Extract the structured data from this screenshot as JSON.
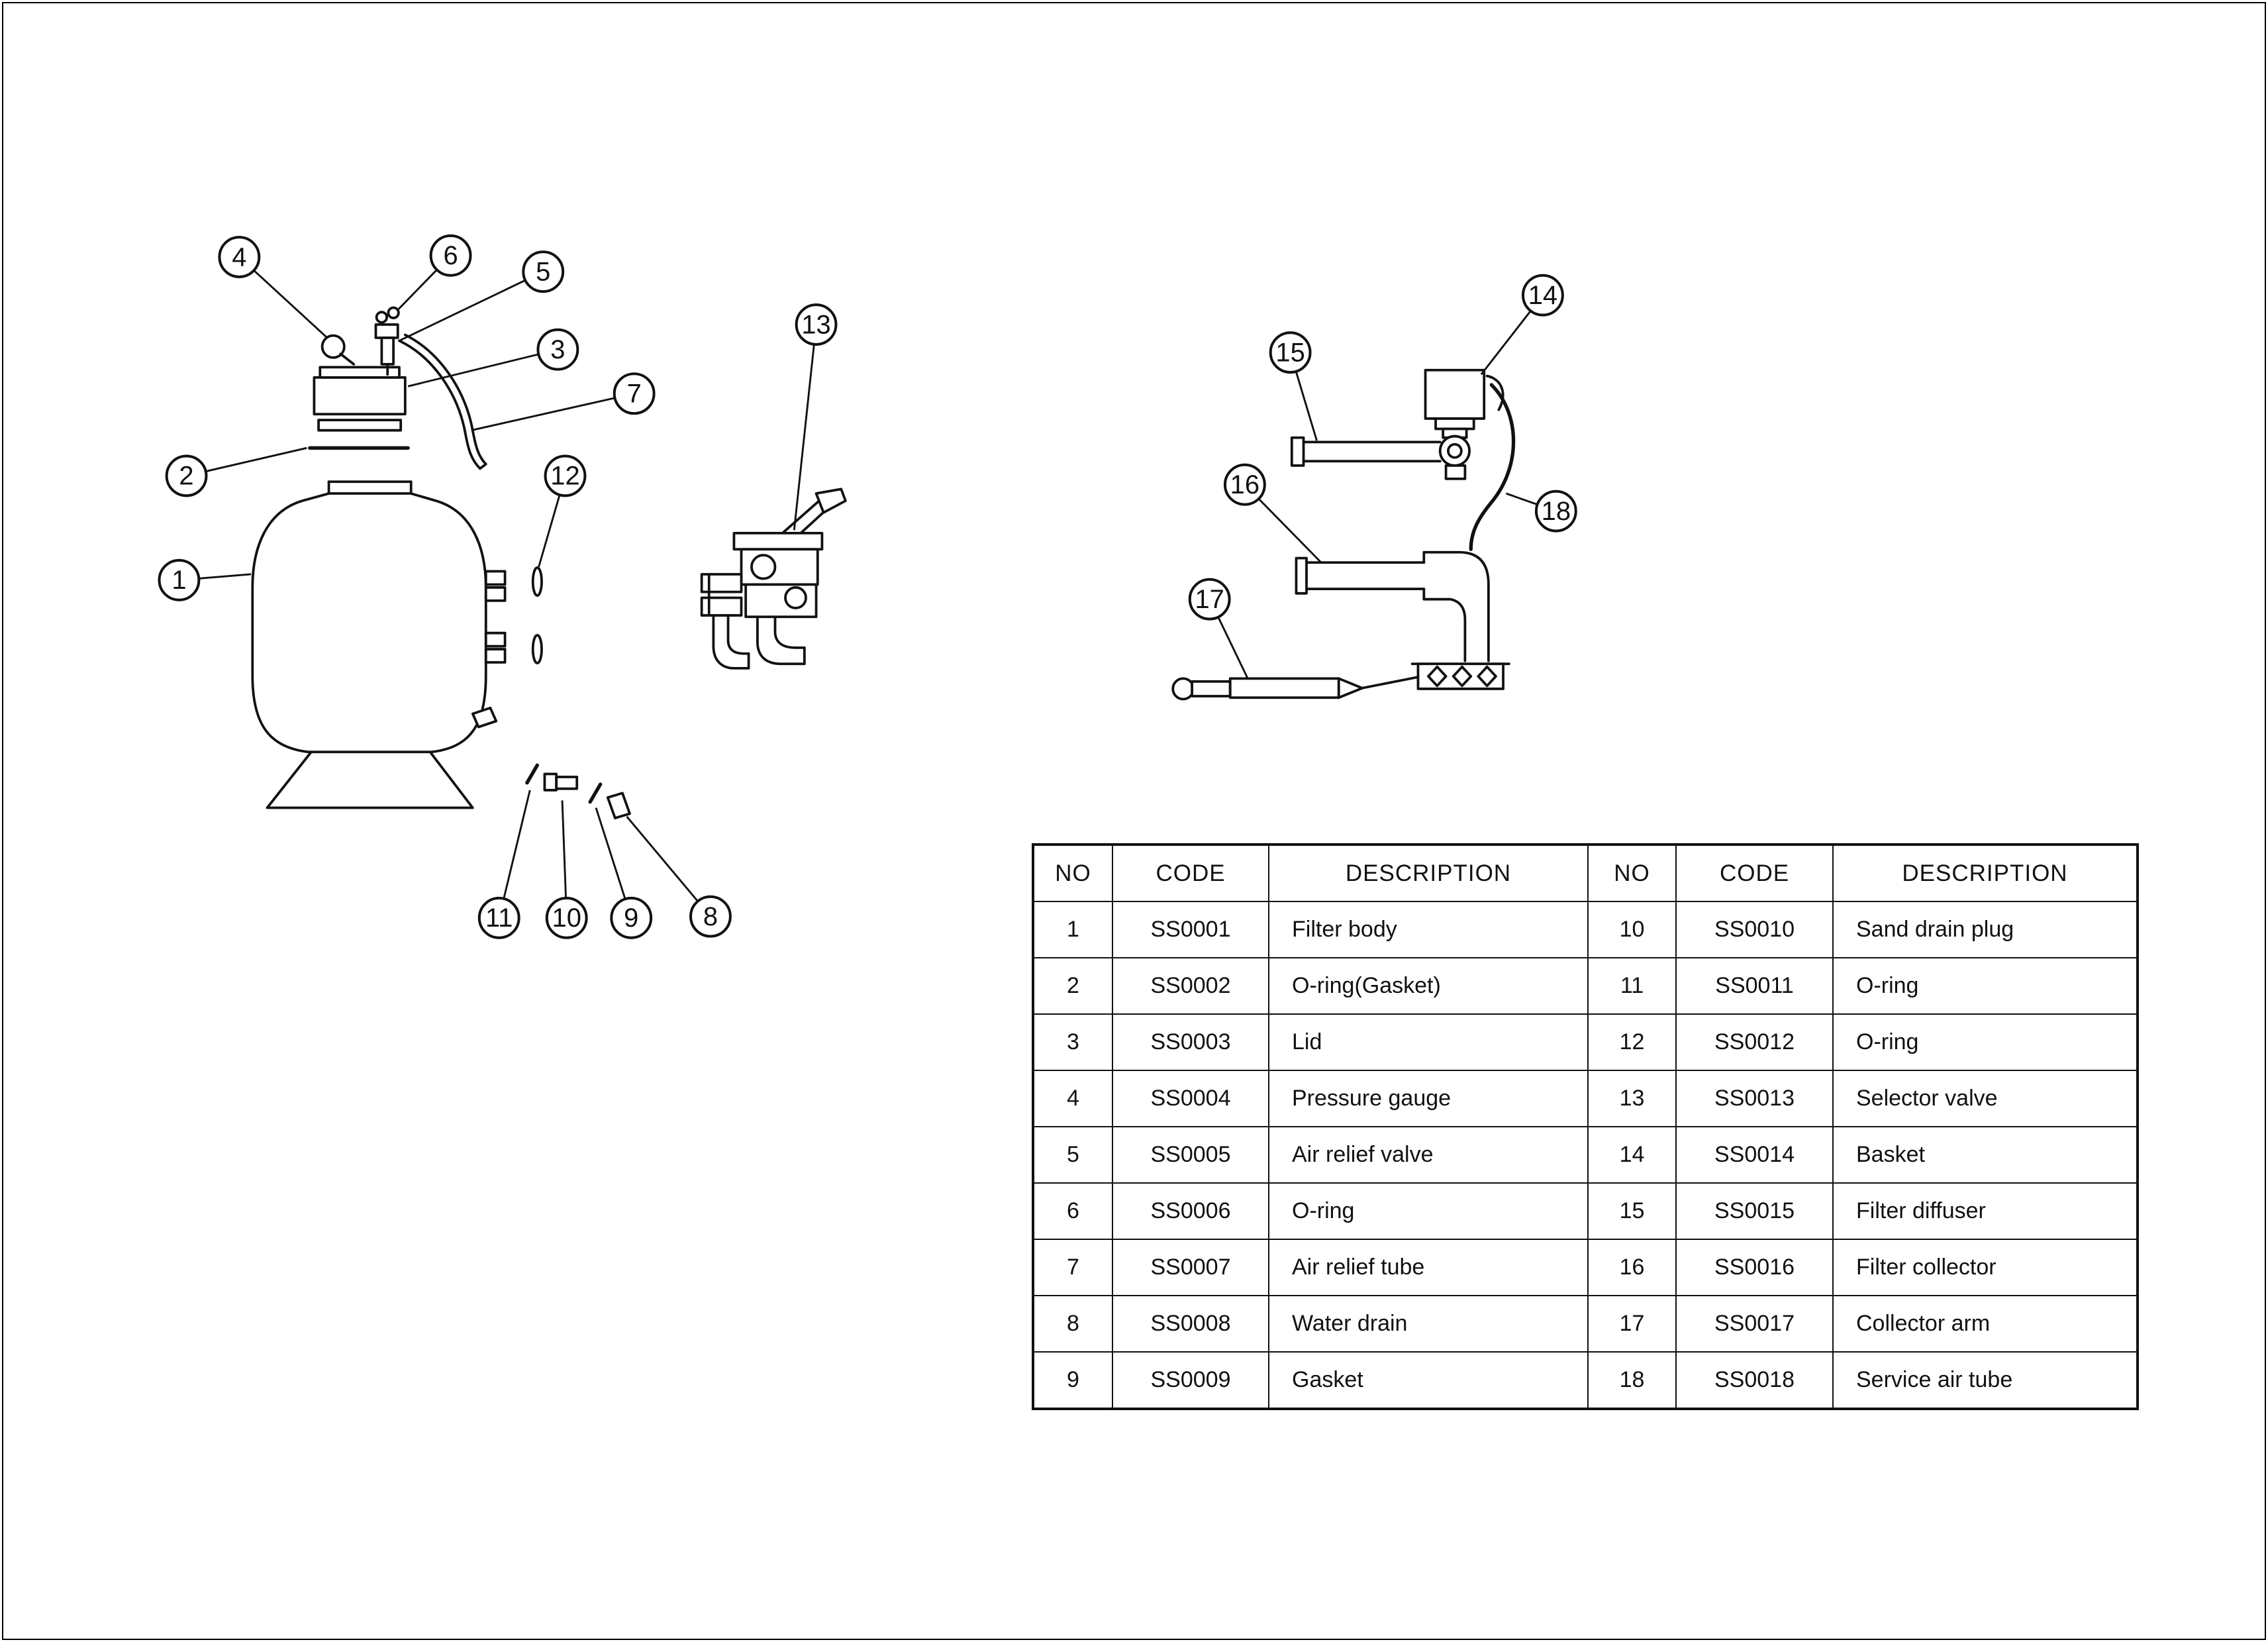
{
  "page": {
    "background": "#ffffff",
    "line_color": "#111111"
  },
  "callouts": {
    "c1": "1",
    "c2": "2",
    "c3": "3",
    "c4": "4",
    "c5": "5",
    "c6": "6",
    "c7": "7",
    "c8": "8",
    "c9": "9",
    "c10": "10",
    "c11": "11",
    "c12": "12",
    "c13": "13",
    "c14": "14",
    "c15": "15",
    "c16": "16",
    "c17": "17",
    "c18": "18"
  },
  "table": {
    "headers": [
      "NO",
      "CODE",
      "DESCRIPTION",
      "NO",
      "CODE",
      "DESCRIPTION"
    ],
    "rows": [
      {
        "no_l": "1",
        "code_l": "SS0001",
        "desc_l": "Filter body",
        "no_r": "10",
        "code_r": "SS0010",
        "desc_r": "Sand drain plug"
      },
      {
        "no_l": "2",
        "code_l": "SS0002",
        "desc_l": "O-ring(Gasket)",
        "no_r": "11",
        "code_r": "SS0011",
        "desc_r": "O-ring"
      },
      {
        "no_l": "3",
        "code_l": "SS0003",
        "desc_l": "Lid",
        "no_r": "12",
        "code_r": "SS0012",
        "desc_r": "O-ring"
      },
      {
        "no_l": "4",
        "code_l": "SS0004",
        "desc_l": "Pressure gauge",
        "no_r": "13",
        "code_r": "SS0013",
        "desc_r": "Selector valve"
      },
      {
        "no_l": "5",
        "code_l": "SS0005",
        "desc_l": "Air relief valve",
        "no_r": "14",
        "code_r": "SS0014",
        "desc_r": "Basket"
      },
      {
        "no_l": "6",
        "code_l": "SS0006",
        "desc_l": "O-ring",
        "no_r": "15",
        "code_r": "SS0015",
        "desc_r": "Filter diffuser"
      },
      {
        "no_l": "7",
        "code_l": "SS0007",
        "desc_l": "Air relief tube",
        "no_r": "16",
        "code_r": "SS0016",
        "desc_r": "Filter collector"
      },
      {
        "no_l": "8",
        "code_l": "SS0008",
        "desc_l": "Water drain",
        "no_r": "17",
        "code_r": "SS0017",
        "desc_r": "Collector arm"
      },
      {
        "no_l": "9",
        "code_l": "SS0009",
        "desc_l": "Gasket",
        "no_r": "18",
        "code_r": "SS0018",
        "desc_r": "Service air tube"
      }
    ]
  }
}
